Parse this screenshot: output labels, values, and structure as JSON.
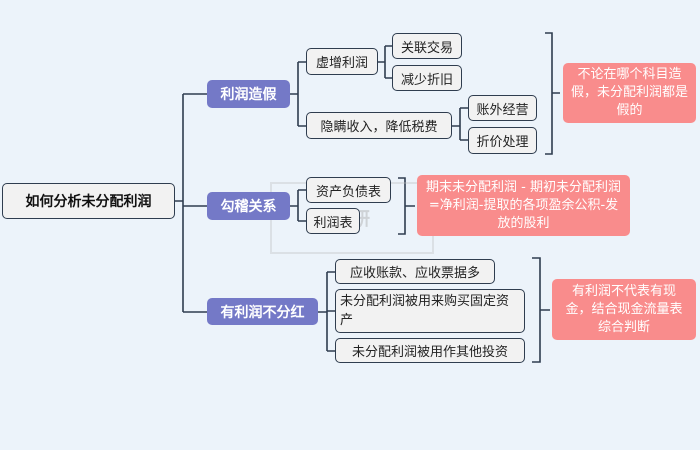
{
  "root": "如何分析未分配利润",
  "branches": [
    {
      "label": "利润造假",
      "children": [
        {
          "label": "虚增利润",
          "children": [
            "关联交易",
            "减少折旧"
          ]
        },
        {
          "label": "隐瞒收入，降低税费",
          "children": [
            "账外经营",
            "折价处理"
          ]
        }
      ],
      "note": "不论在哪个科目造假，未分配利润都是假的"
    },
    {
      "label": "勾稽关系",
      "children": [
        {
          "label": "资产负债表"
        },
        {
          "label": "利润表"
        }
      ],
      "note": "期末未分配利润 - 期初未分配利润=净利润-提取的各项盈余公积-发放的股利"
    },
    {
      "label": "有利润不分红",
      "children": [
        {
          "label": "应收账款、应收票据多"
        },
        {
          "label": "未分配利润被用来购买固定资产"
        },
        {
          "label": "未分配利润被用作其他投资"
        }
      ],
      "note": "有利润不代表有现金，结合现金流量表综合判断"
    }
  ],
  "watermark": "投研",
  "colors": {
    "background": "#ecf3fa",
    "level1": "#7479c7",
    "note": "#f98c8c",
    "line": "#2f3d4f"
  }
}
